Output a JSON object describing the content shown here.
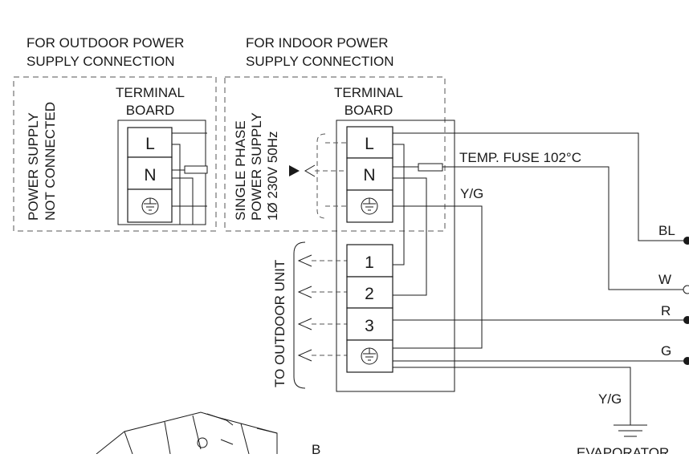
{
  "outdoor_section": {
    "heading_line1": "FOR OUTDOOR POWER",
    "heading_line2": "SUPPLY CONNECTION",
    "terminal_board_line1": "TERMINAL",
    "terminal_board_line2": "BOARD",
    "side_label_line1": "POWER SUPPLY",
    "side_label_line2": "NOT CONNECTED",
    "terminals": [
      "L",
      "N"
    ]
  },
  "indoor_section": {
    "heading_line1": "FOR INDOOR POWER",
    "heading_line2": "SUPPLY CONNECTION",
    "terminal_board_line1": "TERMINAL",
    "terminal_board_line2": "BOARD",
    "side_label_line1": "SINGLE PHASE",
    "side_label_line2": "POWER SUPPLY",
    "side_label_line3": "1Ø 230V 50Hz",
    "terminals": [
      "L",
      "N"
    ]
  },
  "outdoor_unit": {
    "label": "TO OUTDOOR UNIT",
    "terminals": [
      "1",
      "2",
      "3"
    ]
  },
  "wires": {
    "temp_fuse": "TEMP. FUSE 102°C",
    "yg_top": "Y/G",
    "bl": "BL",
    "w": "W",
    "r": "R",
    "g": "G",
    "yg_bottom": "Y/G"
  },
  "bottom": {
    "evaporator": "EVAPORATOR",
    "b_label": "B"
  },
  "colors": {
    "line": "#1a1a1a",
    "dashed": "#555555",
    "background": "#ffffff"
  }
}
